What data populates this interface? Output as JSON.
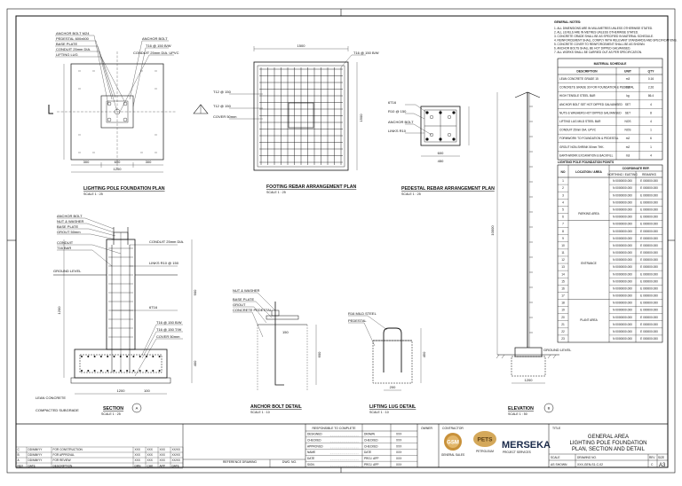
{
  "sheet": {
    "general_notes_title": "GENERAL NOTES:",
    "notes": [
      "1. ALL DIMENSIONS ARE IN MILLIMETRES UNLESS OTHERWISE STATED.",
      "2. ALL LEVELS ARE IN METRES UNLESS OTHERWISE STATED.",
      "3. CONCRETE GRADE SHALL BE AS SPECIFIED IN MATERIAL SCHEDULE.",
      "4. REINFORCEMENT SHALL COMPLY WITH RELEVANT STANDARDS AND SPECIFICATIONS.",
      "5. CONCRETE COVER TO REINFORCEMENT SHALL BE AS SHOWN.",
      "6. ANCHOR BOLTS SHALL BE HOT DIPPED GALVANISED.",
      "7. ALL WORKS SHALL BE CARRIED OUT AS PER SPECIFICATION."
    ],
    "material_schedule": {
      "title": "MATERIAL SCHEDULE",
      "headers": [
        "DESCRIPTION",
        "UNIT",
        "QTY"
      ],
      "rows": [
        [
          "LEAN CONCRETE GRADE 15",
          "m3",
          "0.16"
        ],
        [
          "CONCRETE GRADE 30 FOR FOUNDATION & PEDESTAL",
          "m3",
          "2.26"
        ],
        [
          "HIGH TENSILE STEEL BAR",
          "kg",
          "86.4"
        ],
        [
          "ANCHOR BOLT SET HOT DIPPED GALVANISED",
          "SET",
          "4"
        ],
        [
          "NUTS & WASHERS HOT DIPPED GALVANISED",
          "SET",
          "8"
        ],
        [
          "LIFTING LUG MILD STEEL BAR",
          "NOS",
          "4"
        ],
        [
          "CONDUIT 25mm DIA. UPVC",
          "NOS",
          "1"
        ],
        [
          "FORMWORK TO FOUNDATION & PEDESTAL",
          "m2",
          "6"
        ],
        [
          "GROUT NON-SHRINK 50mm THK.",
          "m2",
          "1"
        ],
        [
          "EARTHWORK EXCAVATION & BACKFILL",
          "m3",
          "4"
        ]
      ]
    },
    "pole_table": {
      "title": "LIGHTING POLE FOUNDATION POINTS",
      "col_no": "NO",
      "col_location": "LOCATION / AREA",
      "col_coord": "COORDINATE REF.",
      "col_northing": "NORTHING / EASTING",
      "col_easting": "REMARKS",
      "areas": [
        "PARKING AREA",
        "ENTRANCE",
        "PLANT AREA"
      ],
      "rows": [
        [
          "1",
          "N 0000000.000",
          "E 000000.000"
        ],
        [
          "2",
          "N 0000000.000",
          "E 000000.000"
        ],
        [
          "3",
          "N 0000000.000",
          "E 000000.000"
        ],
        [
          "4",
          "N 0000000.000",
          "E 000000.000"
        ],
        [
          "5",
          "N 0000000.000",
          "E 000000.000"
        ],
        [
          "6",
          "N 0000000.000",
          "E 000000.000"
        ],
        [
          "7",
          "N 0000000.000",
          "E 000000.000"
        ],
        [
          "8",
          "N 0000000.000",
          "E 000000.000"
        ],
        [
          "9",
          "N 0000000.000",
          "E 000000.000"
        ],
        [
          "10",
          "N 0000000.000",
          "E 000000.000"
        ],
        [
          "11",
          "N 0000000.000",
          "E 000000.000"
        ],
        [
          "12",
          "N 0000000.000",
          "E 000000.000"
        ],
        [
          "13",
          "N 0000000.000",
          "E 000000.000"
        ],
        [
          "14",
          "N 0000000.000",
          "E 000000.000"
        ],
        [
          "15",
          "N 0000000.000",
          "E 000000.000"
        ],
        [
          "16",
          "N 0000000.000",
          "E 000000.000"
        ],
        [
          "17",
          "N 0000000.000",
          "E 000000.000"
        ],
        [
          "18",
          "N 0000000.000",
          "E 000000.000"
        ],
        [
          "19",
          "N 0000000.000",
          "E 000000.000"
        ],
        [
          "20",
          "N 0000000.000",
          "E 000000.000"
        ],
        [
          "21",
          "N 0000000.000",
          "E 000000.000"
        ],
        [
          "22",
          "N 0000000.000",
          "E 000000.000"
        ],
        [
          "23",
          "N 0000000.000",
          "E 000000.000"
        ]
      ]
    },
    "drawings": {
      "plan_title": "LIGHTING POLE FOUNDATION PLAN",
      "plan_scale": "SCALE 1 : 25",
      "rebar_title": "FOOTING REBAR ARRANGEMENT PLAN",
      "rebar_scale": "SCALE 1 : 25",
      "pedestal_title": "PEDESTAL REBAR ARRANGEMENT PLAN",
      "pedestal_scale": "SCALE 1 : 25",
      "section_title": "SECTION",
      "section_scale": "SCALE 1 : 25",
      "anchor_title": "ANCHOR BOLT DETAIL",
      "anchor_scale": "SCALE 1 : 10",
      "lug_title": "LIFTING LUG DETAIL",
      "lug_scale": "SCALE 1 : 10",
      "elevation_title": "ELEVATION",
      "elevation_scale": "SCALE 1 : 50",
      "section_marker": "A",
      "elevation_marker": "B",
      "ground_level": "GROUND LEVEL",
      "ground_level_2": "GROUND LEVEL",
      "plan_labels": [
        "ANCHOR BOLT M24",
        "PEDESTAL 600x600",
        "BASE PLATE",
        "CONDUIT 25mm DIA.",
        "LIFTING LUG"
      ],
      "plan_right_labels": [
        "ANCHOR BOLT",
        "T16 @ 150 B/W",
        "CONDUIT 25mm DIA. UPVC"
      ],
      "rebar_labels": [
        "T12 @ 150",
        "T12 @ 150",
        "COVER 50mm",
        "T16 @ 150 B/W"
      ],
      "pedestal_labels": [
        "6T16",
        "R10 @ 150",
        "ANCHOR BOLT",
        "LINKS R10"
      ],
      "section_left_labels": [
        "ANCHOR BOLT",
        "NUT & WASHER",
        "BASE PLATE",
        "GROUT 50mm",
        "CONDUIT",
        "T16 BAR"
      ],
      "section_right_labels": [
        "CONDUIT 25mm DIA.",
        "LINKS R10 @ 150",
        "6T16",
        "T16 @ 150 B/W",
        "T16 @ 150 T/W",
        "COVER 50mm"
      ],
      "anchor_labels": [
        "NUT & WASHER",
        "BASE PLATE",
        "GROUT",
        "CONCRETE PEDESTAL"
      ],
      "lug_labels": [
        "R16 MILD STEEL",
        "PEDESTAL"
      ],
      "lean_concrete": "LEAN CONCRETE",
      "compacted_subgrade": "COMPACTED SUBGRADE",
      "dims": {
        "plan_w": "1200",
        "plan_d1": "300",
        "plan_d2": "600",
        "plan_d3": "300",
        "rebar_w": "1500",
        "rebar_h": "1500",
        "ped_w": "600",
        "ped_d": "450",
        "sec_w": "1200",
        "sec_h1": "1200",
        "sec_h2": "400",
        "sec_h3": "900",
        "anch_h": "600",
        "anch_w": "150",
        "lug_h": "450",
        "lug_w": "200",
        "elev_h": "10000",
        "elev_base": "1200",
        "sec_side": "100"
      }
    },
    "title_block": {
      "rev_header": [
        "REV",
        "DATE",
        "DESCRIPTION",
        "DRN",
        "CHK",
        "APP",
        "DATE"
      ],
      "revs": [
        [
          "C",
          "DD/MM/YY",
          "FOR CONSTRUCTION",
          "XXX",
          "XXX",
          "XXX",
          "XX/XX"
        ],
        [
          "B",
          "DD/MM/YY",
          "FOR APPROVAL",
          "XXX",
          "XXX",
          "XXX",
          "XX/XX"
        ],
        [
          "A",
          "DD/MM/YY",
          "FOR REVIEW",
          "XXX",
          "XXX",
          "XXX",
          "XX/XX"
        ]
      ],
      "ref_header": "REFERENCE DRAWING",
      "ref_no": "DWG. NO.",
      "approvals_title": "RESPONSIBLE TO COMPLETE",
      "approval_fields": [
        "DESIGNED",
        "CHECKED",
        "APPROVED",
        "NAME",
        "DATE",
        "SIGN"
      ],
      "approval_right": [
        "DRAWN",
        "CHECKED",
        "CHECKED",
        "DATE",
        "PROJ. APP",
        "PROJ. APP"
      ],
      "approval_right_vals": [
        "XXX",
        "XXX",
        "XXX",
        "XXX",
        "XXX",
        "XXX"
      ],
      "logo_gsm": "GSM",
      "logo_gsm_sub": "GENERAL SALES",
      "logo_pets": "PETS",
      "logo_pets_sub": "PETROLEUM",
      "logo_merseka": "MERSEKA",
      "logo_merseka_sub": "PROJECT SERVICES",
      "owner_label": "OWNER",
      "contractor_label": "CONTRACTOR",
      "title_label": "TITLE",
      "drawing_title": [
        "GENERAL AREA",
        "LIGHTING POLE FOUNDATION",
        "PLAN, SECTION AND DETAIL"
      ],
      "scale_label": "SCALE",
      "scale_value": "AS SHOWN",
      "drawing_no_label": "DRAWING NO.",
      "drawing_no": "XXX-GEN-S1-C-02",
      "rev_label": "REV",
      "rev_value": "C",
      "size_label": "SIZE",
      "size_value": "A3"
    }
  }
}
